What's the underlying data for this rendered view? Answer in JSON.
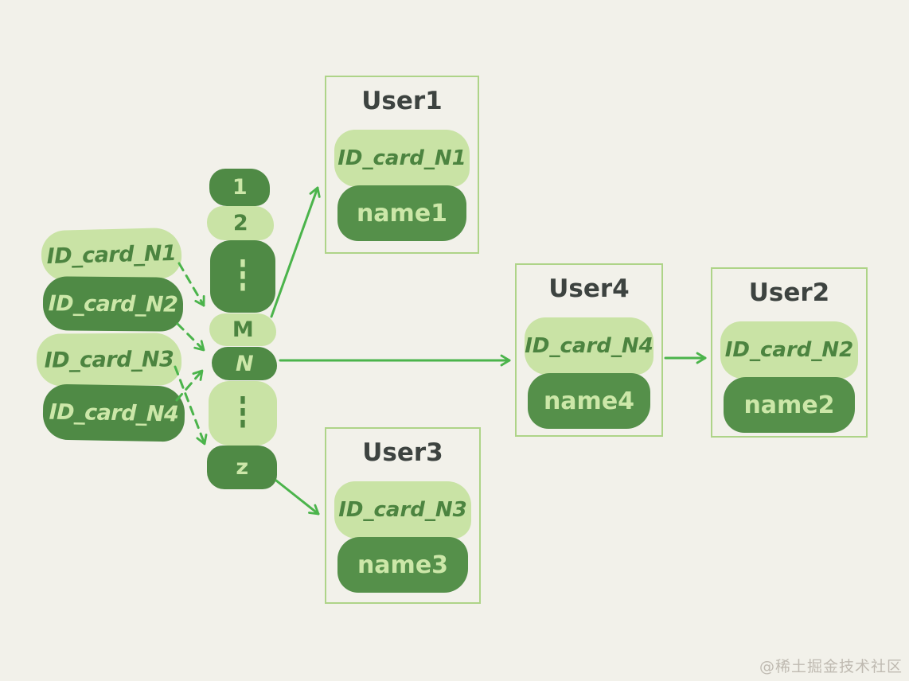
{
  "diagram": {
    "type": "hash-table-with-chaining",
    "colors": {
      "background": "#f2f1ea",
      "pill_light": "#c9e3a5",
      "pill_dark": "#4f8a45",
      "text_on_light": "#4c8440",
      "text_on_dark": "#cce7a8",
      "box_border": "#aed488",
      "arrow": "#4bb44b",
      "title_text": "#3d4340",
      "watermark_text": "#bfbab1"
    },
    "hash_keys": [
      {
        "label": "ID_card_N1",
        "variant": "light"
      },
      {
        "label": "ID_card_N2",
        "variant": "dark"
      },
      {
        "label": "ID_card_N3",
        "variant": "light"
      },
      {
        "label": "ID_card_N4",
        "variant": "dark"
      }
    ],
    "buckets": [
      {
        "label": "1",
        "variant": "dark"
      },
      {
        "label": "2",
        "variant": "light"
      },
      {
        "label": "⋮",
        "variant": "dark"
      },
      {
        "label": "M",
        "variant": "light"
      },
      {
        "label": "N",
        "variant": "dark"
      },
      {
        "label": "⋮",
        "variant": "light"
      },
      {
        "label": "z",
        "variant": "dark"
      }
    ],
    "users": [
      {
        "title": "User1",
        "id_card": "ID_card_N1",
        "name": "name1"
      },
      {
        "title": "User4",
        "id_card": "ID_card_N4",
        "name": "name4"
      },
      {
        "title": "User2",
        "id_card": "ID_card_N2",
        "name": "name2"
      },
      {
        "title": "User3",
        "id_card": "ID_card_N3",
        "name": "name3"
      }
    ],
    "edges": [
      {
        "from": "ID_card_N1",
        "to": "bucket-M",
        "style": "dashed"
      },
      {
        "from": "ID_card_N2",
        "to": "bucket-N",
        "style": "dashed"
      },
      {
        "from": "ID_card_N3",
        "to": "bucket-z",
        "style": "dashed"
      },
      {
        "from": "ID_card_N4",
        "to": "bucket-N",
        "style": "dashed"
      },
      {
        "from": "bucket-M",
        "to": "User1",
        "style": "solid"
      },
      {
        "from": "bucket-N",
        "to": "User4",
        "style": "solid"
      },
      {
        "from": "bucket-z",
        "to": "User3",
        "style": "solid"
      },
      {
        "from": "User4",
        "to": "User2",
        "style": "solid"
      }
    ],
    "watermark": "@稀土掘金技术社区"
  }
}
